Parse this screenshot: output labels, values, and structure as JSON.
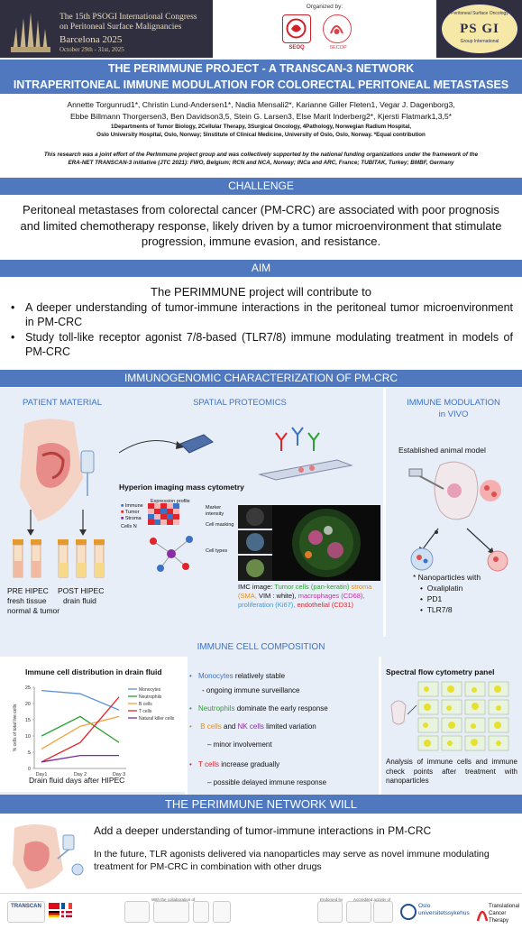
{
  "header": {
    "congress_line1": "The 15th PSOGI International Congress",
    "congress_line2": "on Peritoneal Surface Malignancies",
    "congress_city": "Barcelona 2025",
    "congress_dates": "October 29th - 31st, 2025",
    "organized_by": "Organized by:",
    "seoq_label": "SEOQ",
    "secop_label": "SECOP",
    "psogi_top": "Peritoneal Surface Oncology",
    "psogi_title": "PS GI",
    "psogi_bottom": "Group International"
  },
  "title": {
    "line1": "THE PERIMMUNE PROJECT - A TRANSCAN-3 NETWORK",
    "line2": "INTRAPERITONEAL IMMUNE MODULATION FOR COLORECTAL PERITONEAL METASTASES"
  },
  "authors": {
    "line1": "Annette Torgunrud1*, Christin Lund-Andersen1*, Nadia Mensali2*, Karianne Giller Fleten1, Vegar J. Dagenborg3,",
    "line2": "Ebbe Billmann Thorgersen3, Ben Davidson3,5, Stein G. Larsen3, Else Marit Inderberg2*, Kjersti Flatmark1,3,5*",
    "affil1": "1Departments of Tumor Biology, 2Cellular Therapy, 3Surgical Oncology, 4Pathology, Norwegian Radium Hospital,",
    "affil2": "Oslo University Hospital, Oslo, Norway; 5Institute of Clinical Medicine, University of Oslo, Oslo, Norway.    *Equal contribution"
  },
  "funding": {
    "line1": "This research was a joint effort of the PerImmune project group and was collectively supported by the national funding organizations under the framework of the",
    "line2": "ERA-NET TRANSCAN-3 initiative (JTC 2021): FWO, Belgium; RCN and NCA, Norway; INCa and ARC, France; TUBITAK, Turkey; BMBF, Germany"
  },
  "challenge": {
    "heading": "CHALLENGE",
    "text": "Peritoneal metastases from colorectal cancer (PM-CRC) are associated with poor prognosis and limited chemotherapy response, likely driven by a tumor microenvironment that stimulate progression, immune evasion, and resistance."
  },
  "aim": {
    "heading": "AIM",
    "intro": "The PERIMMUNE project will contribute to",
    "items": [
      "A deeper understanding of tumor-immune interactions in the peritoneal tumor microenvironment in PM-CRC",
      "Study toll-like receptor agonist 7/8-based (TLR7/8) immune modulating treatment in models of PM-CRC"
    ]
  },
  "immunogenomic": {
    "heading": "IMMUNOGENOMIC CHARACTERIZATION OF PM-CRC",
    "patient_material": "PATIENT MATERIAL",
    "spatial_proteomics": "SPATIAL PROTEOMICS",
    "immune_modulation": "IMMUNE MODULATION",
    "in_vivo": "in VIVO",
    "pre_hipec": "PRE HIPEC",
    "fresh_tissue": "fresh tissue",
    "normal_tumor": "normal & tumor",
    "post_hipec": "POST HIPEC",
    "drain_fluid": "drain fluid",
    "hyperion": "Hyperion imaging mass cytometry",
    "expression_profile": "Expression profile",
    "legend_immune": "Immune",
    "legend_tumor": "Tumor",
    "legend_stroma": "Stroma",
    "legend_cells": "Cells N",
    "marker_intensity": "Marker intensity",
    "cell_masking": "Cell masking",
    "cell_types": "Cell types",
    "imc_prefix": "IMC image: ",
    "imc_tumor": "Tumor cells (pan-keratin)",
    "imc_stroma": "stroma (SMA,",
    "imc_vim": "VIM : white),",
    "imc_macro": "macrophages (CD68),",
    "imc_prolif": "proliferation (Ki67),",
    "imc_endo": "endothelial (CD31)",
    "animal_model": "Established animal model",
    "nano_heading": "* Nanoparticles with",
    "nano_items": [
      "Oxaliplatin",
      "PD1",
      "TLR7/8"
    ]
  },
  "immune_cell": {
    "heading": "IMMUNE CELL COMPOSITION",
    "bullets": {
      "mono_a": "Monocytes",
      "mono_b": " relatively stable",
      "mono_sub": "- ongoing immune surveillance",
      "neut_a": "Neutrophils",
      "neut_b": " dominate the early response",
      "b_a": " B cells",
      "b_and": " and ",
      "nk_a": "NK cells",
      "bnk_b": " limited variation",
      "bnk_sub": "– minor involvement",
      "t_a": "T cells",
      "t_b": " increase gradually",
      "t_sub": "– possible delayed immune response"
    },
    "spectral_heading": "Spectral flow cytometry panel",
    "spectral_text": "Analysis of immune cells and immune check points after treatment with nanoparticles"
  },
  "chart_data": {
    "type": "line",
    "title": "Immune cell distribution in drain fluid",
    "xlabel": "Drain fluid days after HIPEC",
    "ylabel": "% cells of total live cells",
    "categories": [
      "Day1",
      "Day 2",
      "Day 3"
    ],
    "ylim": [
      0,
      25
    ],
    "yticks": [
      0,
      5,
      10,
      15,
      20,
      25
    ],
    "legend_position": "top-right",
    "series": [
      {
        "name": "Monocytes",
        "color": "#5b8fd6",
        "values": [
          24,
          23,
          18
        ]
      },
      {
        "name": "Neutrophils",
        "color": "#2aa132",
        "values": [
          10,
          16,
          8
        ]
      },
      {
        "name": "B cells",
        "color": "#f2a33a",
        "values": [
          6,
          13,
          16
        ]
      },
      {
        "name": "T cells",
        "color": "#e1232a",
        "values": [
          2,
          8,
          22
        ]
      },
      {
        "name": "Natural killer cells",
        "color": "#7a2aa6",
        "values": [
          2,
          4,
          4
        ]
      }
    ]
  },
  "network": {
    "heading": "THE PERIMMUNE NETWORK WILL",
    "line1": "Add  a deeper understanding of tumor-immune interactions in PM-CRC",
    "line2": "In the future, TLR agonists delivered via nanoparticles may serve as novel immune modulating treatment for PM-CRC in combination with other drugs"
  },
  "footer": {
    "transcan": "TRANSCAN",
    "collab": "With the collaboration of",
    "endorsed": "Endorsed by",
    "accredited": "Accredited activity of",
    "oslo": "Oslo universitetssykehus",
    "translational": "Translational Cancer Therapy"
  },
  "colors": {
    "accent": "#4f78be",
    "panel_bg": "#e8eef7",
    "header_bg": "#2f2f40",
    "link_blue": "#3c72c6"
  }
}
